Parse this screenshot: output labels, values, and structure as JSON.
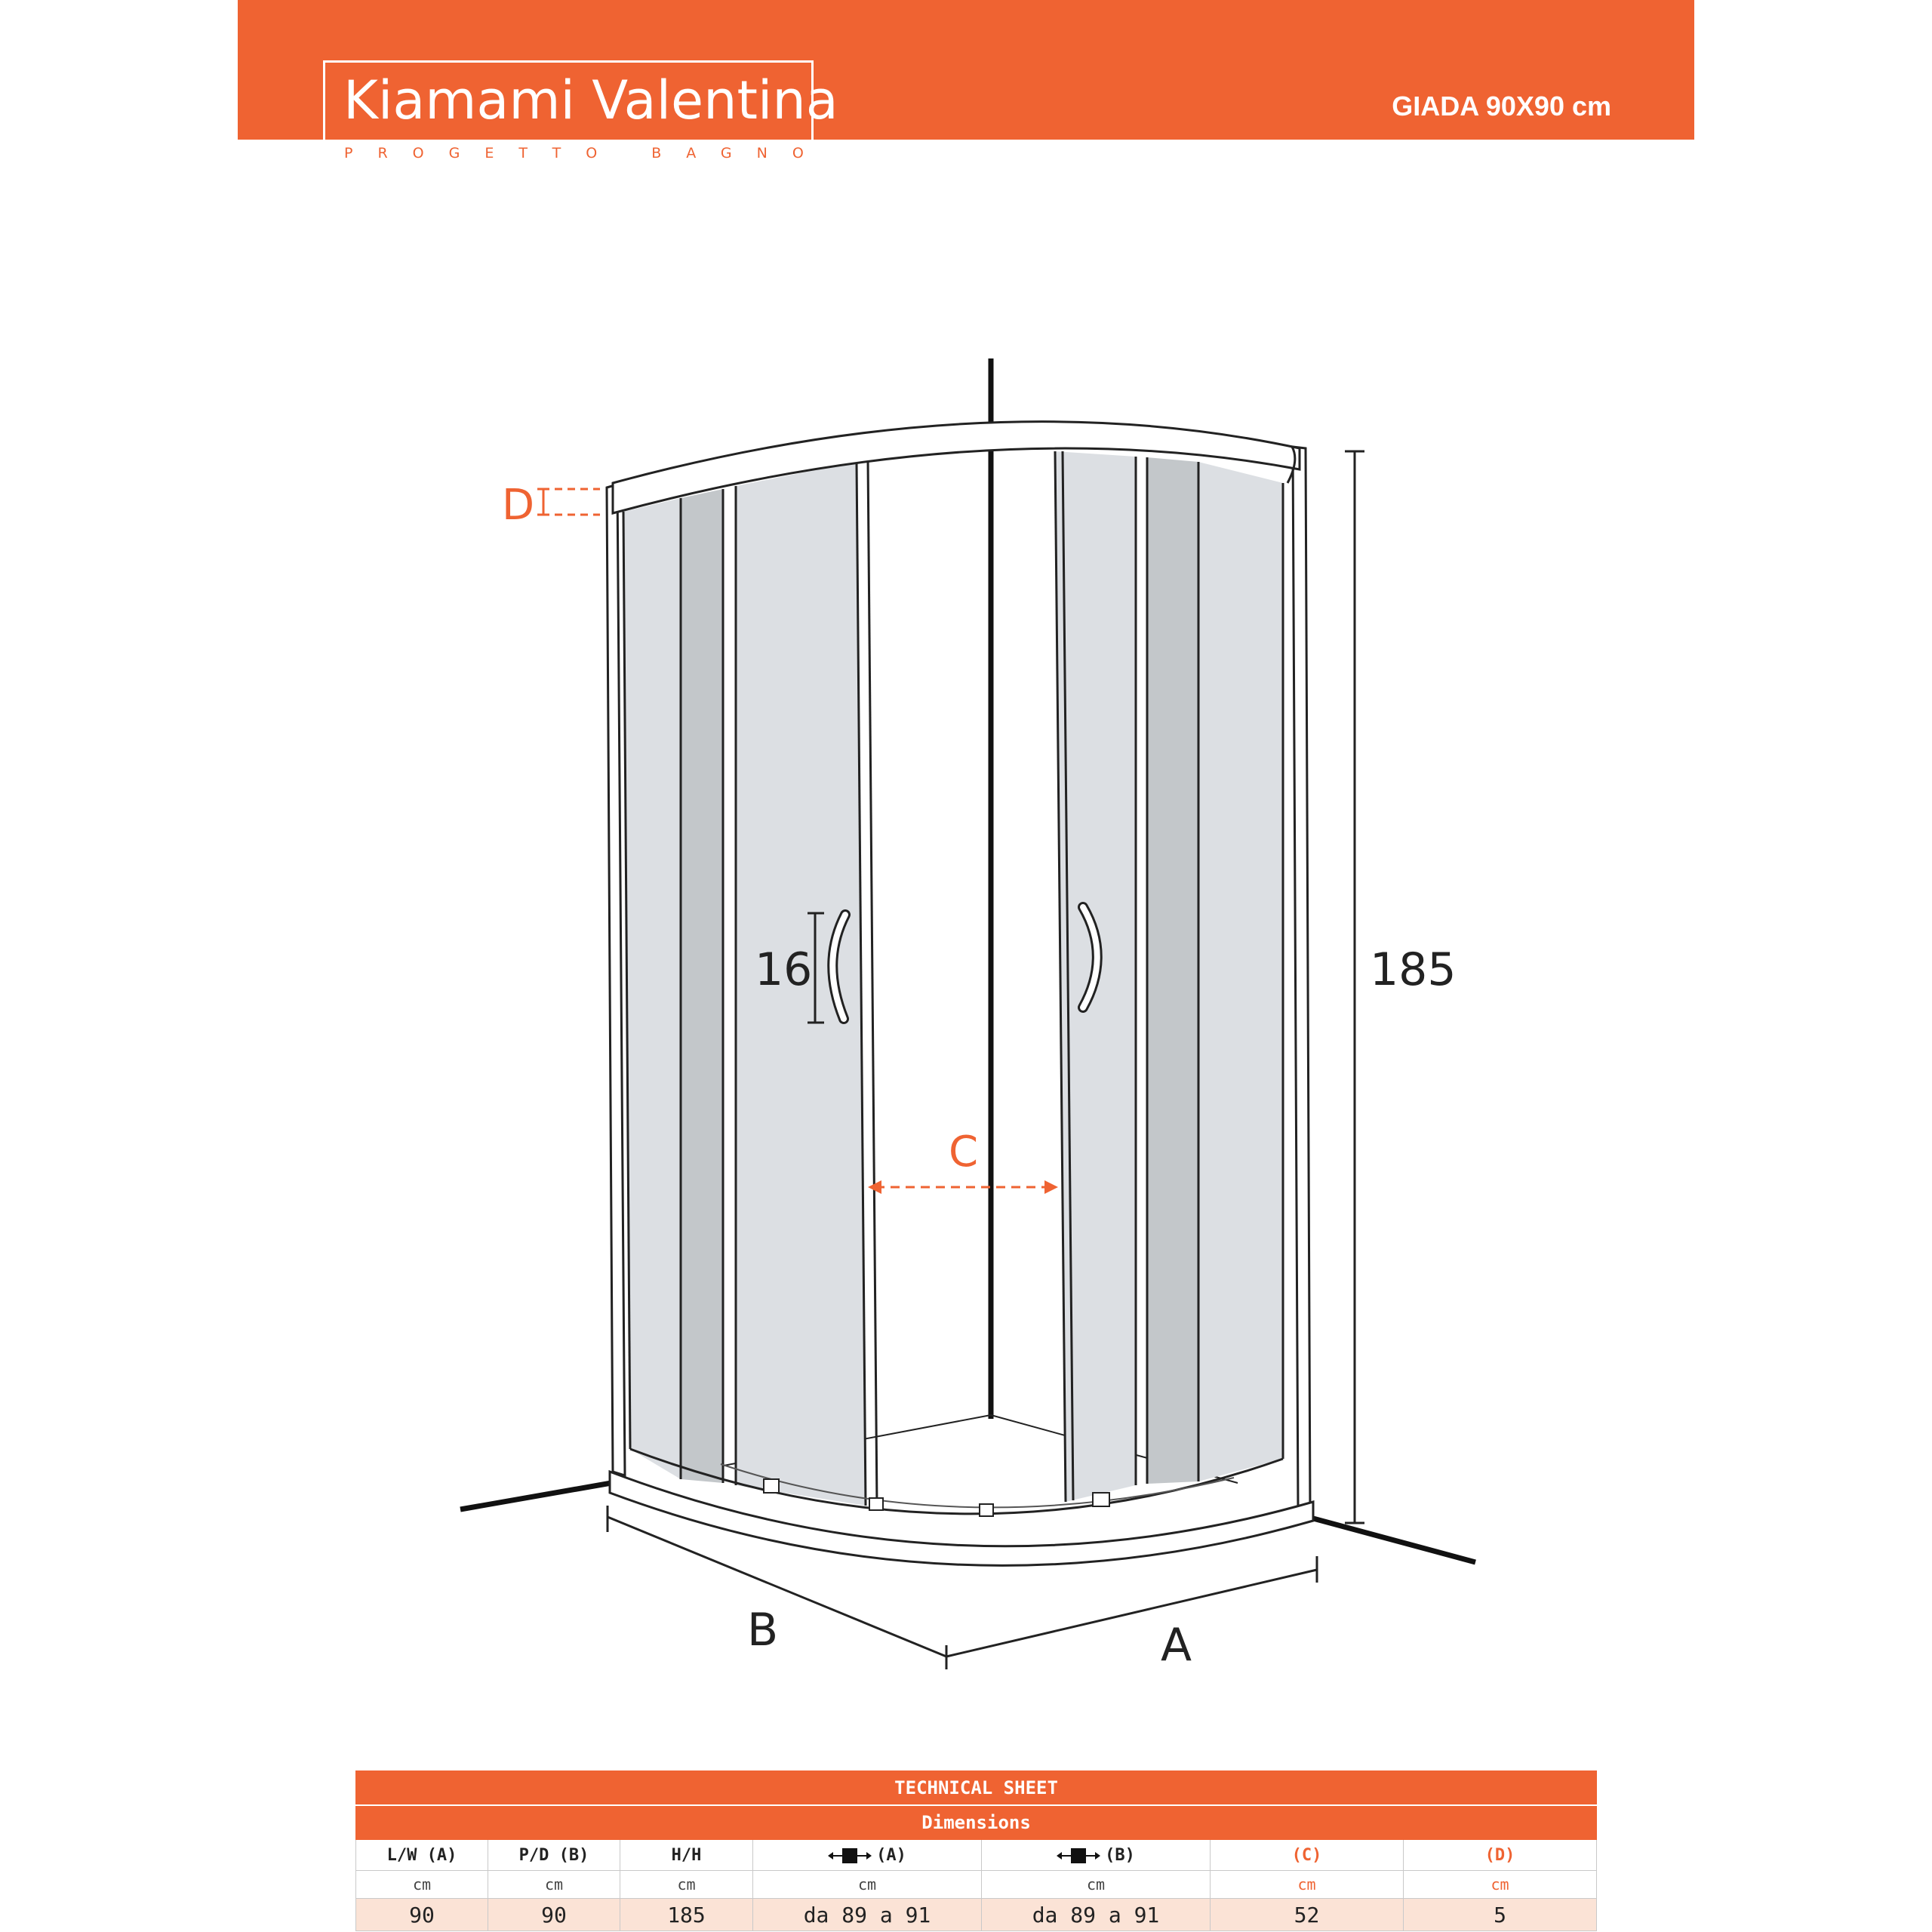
{
  "header": {
    "brand_name": "Kiamami Valentina",
    "brand_tagline": "PROGETTO BAGNO",
    "model_title": "GIADA 90X90 cm"
  },
  "colors": {
    "accent": "#ef6332",
    "value_row_bg": "#fbe3d6",
    "glass": "#dcdfe3",
    "glass_dark": "#c3c7ca",
    "line": "#1a1a1a"
  },
  "diagram": {
    "labels": {
      "dim_d": "D",
      "dim_c": "C",
      "handle_height": "16",
      "total_height": "185",
      "dim_a": "A",
      "dim_b": "B"
    }
  },
  "table": {
    "title": "TECHNICAL SHEET",
    "subtitle": "Dimensions",
    "columns": [
      {
        "header": "L/W (A)",
        "unit": "cm",
        "value": "90"
      },
      {
        "header": "P/D (B)",
        "unit": "cm",
        "value": "90"
      },
      {
        "header": "H/H",
        "unit": "cm",
        "value": "185"
      },
      {
        "header": "(A)",
        "unit": "cm",
        "value": "da 89 a 91",
        "icon": "adjustment-arrows-icon"
      },
      {
        "header": "(B)",
        "unit": "cm",
        "value": "da 89 a 91",
        "icon": "adjustment-arrows-icon"
      },
      {
        "header": "(C)",
        "unit": "cm",
        "value": "52"
      },
      {
        "header": "(D)",
        "unit": "cm",
        "value": "5"
      }
    ]
  }
}
